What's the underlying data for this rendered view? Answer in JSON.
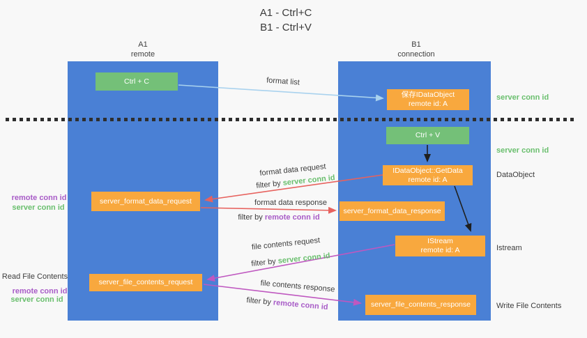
{
  "title": {
    "line1": "A1 - Ctrl+C",
    "line2": "B1 - Ctrl+V"
  },
  "lifelines": {
    "a1": {
      "name": "A1",
      "role": "remote"
    },
    "b1": {
      "name": "B1",
      "role": "connection"
    }
  },
  "boxes": {
    "ctrl_c": {
      "label": "Ctrl + C"
    },
    "ctrl_v": {
      "label": "Ctrl + V"
    },
    "save_idataobject": {
      "line1": "保存IDataObject",
      "line2": "remote id: A"
    },
    "idataobject_getdata": {
      "line1": "IDataObject::GetData",
      "line2": "remote id: A"
    },
    "istream": {
      "line1": "IStream",
      "line2": "remote id: A"
    },
    "server_format_data_request": {
      "label": "server_format_data_request"
    },
    "server_format_data_response": {
      "label": "server_format_data_response"
    },
    "server_file_contents_request": {
      "label": "server_file_contents_request"
    },
    "server_file_contents_response": {
      "label": "server_file_contents_response"
    }
  },
  "edge_labels": {
    "format_list": "format list",
    "format_data_request": "format data request",
    "format_data_response": "format data response",
    "file_contents_request": "file contents request",
    "file_contents_response": "file contents response",
    "filter_by": "filter by ",
    "server_conn_id": "server conn id",
    "remote_conn_id": "remote conn id"
  },
  "side_labels": {
    "right_server_conn_id_top": "server conn id",
    "right_server_conn_id_mid": "server conn id",
    "right_dataobject": "DataObject",
    "right_istream": "Istream",
    "right_write_file_contents": "Write File Contents",
    "left_remote_conn_id_top": "remote conn id",
    "left_server_conn_id_top": "server conn id",
    "left_read_file_contents": "Read File Contents",
    "left_remote_conn_id_bottom": "remote conn id",
    "left_server_conn_id_bottom": "server conn id"
  },
  "edges": [
    {
      "from": "ctrl_c",
      "to": "save_idataobject",
      "label": "format list",
      "color": "#a9d2ee"
    },
    {
      "from": "ctrl_v",
      "to": "idataobject_getdata",
      "label": "",
      "color": "#1f1f1f"
    },
    {
      "from": "idataobject_getdata",
      "to": "istream",
      "label": "",
      "color": "#1f1f1f"
    },
    {
      "from": "idataobject_getdata",
      "to": "server_format_data_request",
      "label": "format data request, filter by server conn id",
      "color": "#e7625e"
    },
    {
      "from": "server_format_data_request",
      "to": "server_format_data_response",
      "label": "format data response, filter by remote conn id",
      "color": "#e7625e"
    },
    {
      "from": "istream",
      "to": "server_file_contents_request",
      "label": "file contents request, filter by server conn id",
      "color": "#bf58c0"
    },
    {
      "from": "server_file_contents_request",
      "to": "server_file_contents_response",
      "label": "file contents response, filter by remote conn id",
      "color": "#bf58c0"
    }
  ],
  "colors": {
    "background": "#f8f8f8",
    "lifeline_blue": "#4a80d5",
    "action_green": "#74c078",
    "message_orange": "#f8a83e",
    "arrow_blue": "#a9d2ee",
    "arrow_red": "#e7625e",
    "arrow_magenta": "#bf58c0",
    "arrow_black": "#1f1f1f",
    "label_green": "#6abf6e",
    "label_purple": "#a85cc7",
    "text_dark": "#3c3c3c"
  }
}
